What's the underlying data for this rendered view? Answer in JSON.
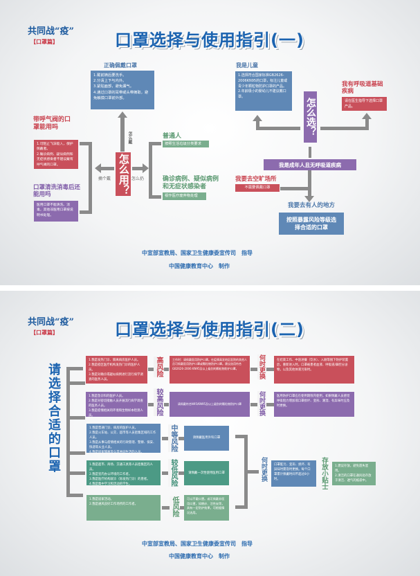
{
  "brand": {
    "slogan": "共同战“疫”",
    "series": "【口罩篇】"
  },
  "poster1": {
    "title": "口罩选择与使用指引(一)",
    "how_to_use": "怎么用？",
    "how_to_wear_arrow": "怎么戴",
    "how_to_remove_arrow": "摘个戴",
    "how_to_dispose_arrow": "怎么扔",
    "wear_correctly": {
      "label": "正确佩戴口罩",
      "items": [
        "1.戴前摘后要洗手。",
        "2.分清上下与内外。",
        "3.紧贴面部，避免漏气。",
        "4.通过口罩的耳带或头带摘取，避免触摸口罩前外部。"
      ]
    },
    "valve_mask": {
      "label": "带呼气阀的口罩能用吗",
      "items": [
        "1.可阻止飞沫吸入，保护佩戴者。",
        "2.确诊病例、疑似病例和无症状感染者不建议戴有呼气阀的口罩。"
      ]
    },
    "wash_mask": {
      "label": "口罩清洗消毒后还能用吗",
      "text": "医用口罩不能清洗、消毒，其他非医用口罩按说明书处理。"
    },
    "ordinary": {
      "label": "普通人",
      "text": "按照生活垃圾分类要求"
    },
    "patients": {
      "label": "确诊病例、疑似病例和无症状感染者",
      "text": "视作医疗废弃物处理"
    },
    "how_to_choose": "怎么选？",
    "child": {
      "label": "我是儿童",
      "items": [
        "1.选择符合国家标准GB2626-2006KN95的口罩，标注儿童或青少年颗粒物防护口罩的产品。",
        "2.年龄极小的婴幼儿不建议戴口罩。"
      ]
    },
    "respiratory": {
      "label": "我有呼吸道基础疾病",
      "text": "请在医生指导下选择口罩产品。"
    },
    "adult": "我是成年人且无呼吸道疾病",
    "open_space": {
      "label": "我要去空旷场所",
      "text": "不需要佩戴口罩"
    },
    "crowded": {
      "label": "我要去有人的地方",
      "text": "按照暴露风险等级选择合适的口罩"
    },
    "footer": {
      "line1": "中宣部宣教局、国家卫生健康委宣传司　指导",
      "line2": "中国健康教育中心　制作"
    }
  },
  "poster2": {
    "title": "口罩选择与使用指引(二)",
    "side_title": "请选择合适的口罩",
    "when_replace": "何时更换",
    "rows": [
      {
        "risk": "高风险",
        "who": [
          "1.我是发热门诊、隔离病房医护人员。",
          "2.我是疫区医疗机构发热门诊的医护人员。",
          "3.我是对确诊或疑似病例进行流行病学调查的医务人员。"
        ],
        "mask": "工作时：请佩戴医用防护口罩。在疫情高发地区医院的其他人员可佩戴医用防护口罩或颗粒物防护口罩。建议选用符合GB2626-2006 KN95及以上级别的颗粒物防护口罩。",
        "replace": "在结束工作、中途进餐（饮水）、入厕等脱下防护装置后，重新进入时。口罩被患者血液、呼吸道/鼻腔分泌物，以及其他体液污染时。"
      },
      {
        "risk": "较高风险",
        "who": [
          "1.我是急诊科的医护人员。",
          "2.我是对密切接触人员开展流行病学调查的医务人员。",
          "3.我是疫情相关的环境和生物样本检测人员。"
        ],
        "mask": "请佩戴符合N95/KN95及以上级别的颗粒物防护口罩",
        "replace": "医用防护口罩应在使用期限内使用，如果佩戴人员感觉呼吸阻力增加或口罩损坏、变形、潮湿、有异味时应及时更换。"
      },
      {
        "risk": "中等风险",
        "who": [
          "1.我是普通门诊、病房的医护人员。",
          "2.我是火车站、公交、超市等人员密集区域的工作人员。",
          "3.我是从事与疫情相关的行政管理、警察、保安、快递等从业人员。",
          "4.我是居家隔离及与其共同生活的人员。"
        ],
        "mask": "请佩戴医用外科口罩"
      },
      {
        "risk": "较低风险",
        "who": [
          "1.我是超市、商场、交通工具等人员密集区的人员。",
          "2.我是室内办公环境的工作者。",
          "3.我是医疗机构就诊（除发热门诊）的患者。",
          "4.我是集中学习和活动的学生。"
        ],
        "mask": "请佩戴一次性使用医用口罩"
      },
      {
        "risk": "低风险",
        "who": [
          "1.我是居家活动。",
          "2.我是通风良好工作场所的工作者。"
        ],
        "mask": "可以不戴口罩。或可佩戴非医用口罩，如棉纱、活性炭等，具有一定防护效果，可根据情况选用。"
      }
    ],
    "replace_general": "口罩脏污、变形、损坏、有异味时需及时更换。每个口罩累计佩戴时间不超过8小时。",
    "storage_tips": {
      "label": "存放小贴士",
      "items": [
        "1.建议存放，避免遗失混用。",
        "2.清洁的口罩在通风处存放于清洁、透气的纸袋中。"
      ]
    },
    "footer": {
      "line1": "中宣部宣教局、国家卫生健康委宣传司　指导",
      "line2": "中国健康教育中心　制作"
    }
  }
}
